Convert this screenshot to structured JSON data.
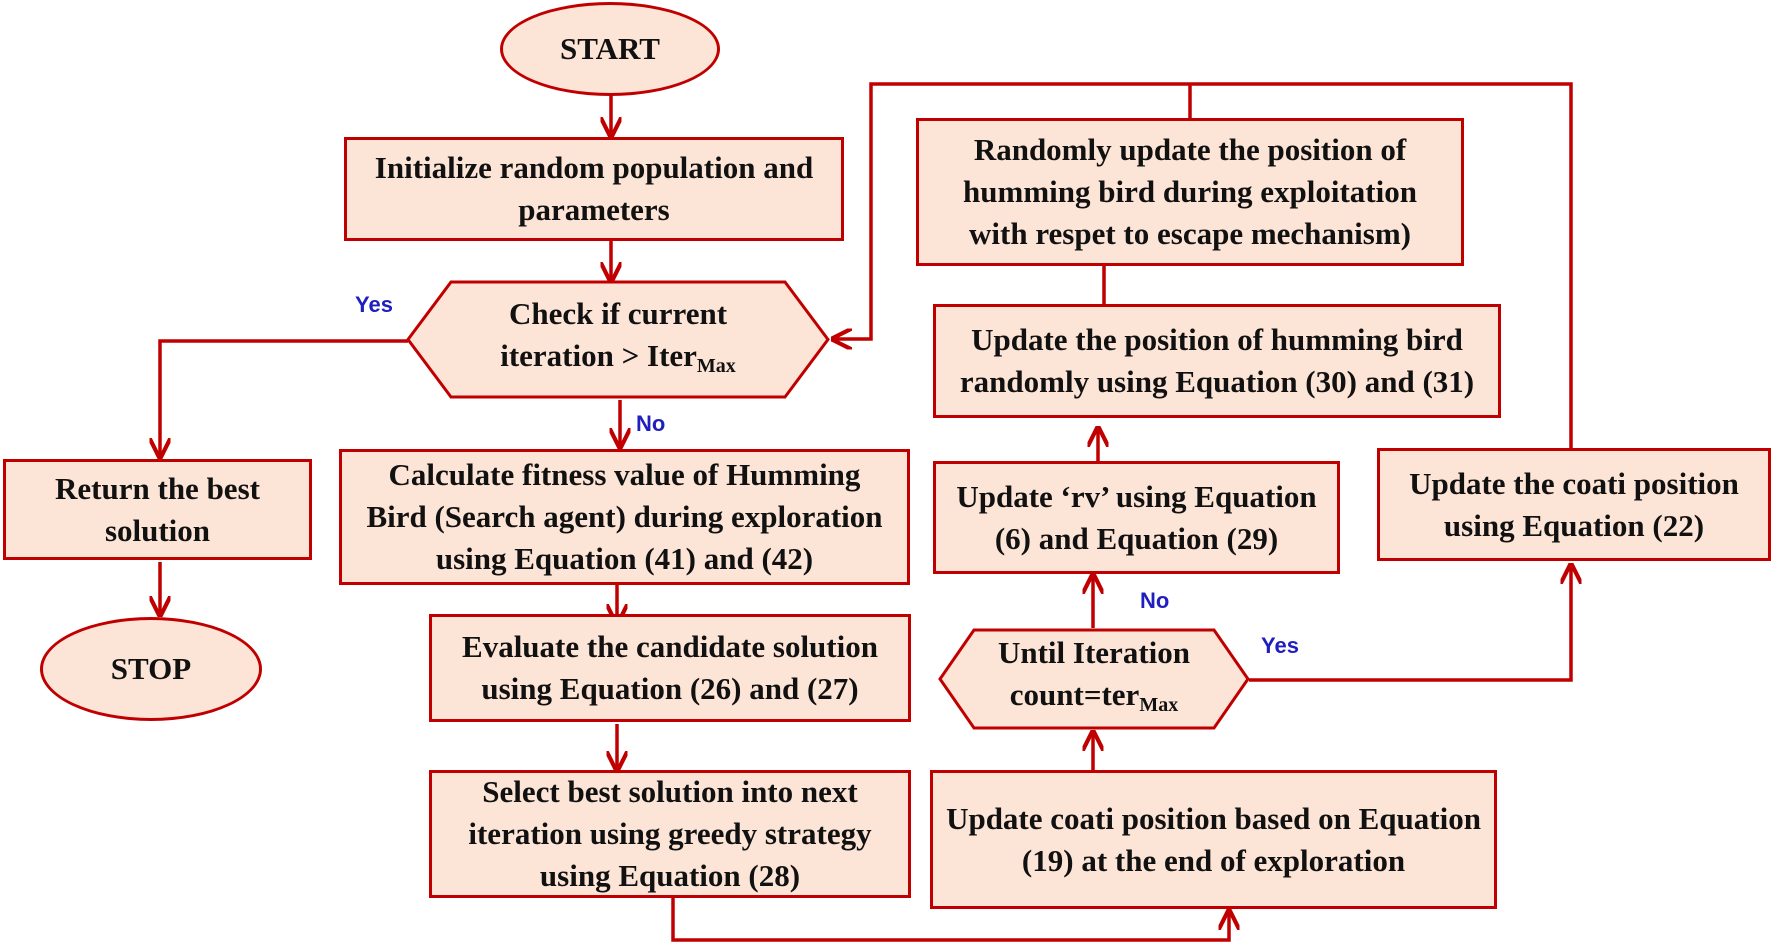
{
  "nodes": {
    "start": "START",
    "init_line1": "Initialize random population and",
    "init_line2": "parameters",
    "check_line1": "Check if current",
    "check_line2": "iteration > Iter",
    "check_sub": "Max",
    "fitness_line1": "Calculate fitness value of Humming",
    "fitness_line2": "Bird (Search agent)  during exploration",
    "fitness_line3": "using Equation (41) and (42)",
    "evaluate_line1": "Evaluate the candidate solution",
    "evaluate_line2": "using Equation (26) and (27)",
    "select_line1": "Select best solution into next",
    "select_line2": "iteration using greedy strategy",
    "select_line3": "using Equation (28)",
    "return_line1": "Return the best",
    "return_line2": "solution",
    "stop": "STOP",
    "coati_end_line1": "Update coati position based on Equation",
    "coati_end_line2": "(19) at the end of exploration",
    "until_line1": "Until Iteration",
    "until_line2": "count=ter",
    "until_sub": "Max",
    "rv_line1": "Update ‘rv’ using Equation",
    "rv_line2": "(6) and Equation (29)",
    "hb_update_line1": "Update the position of humming bird",
    "hb_update_line2": "randomly using Equation (30) and (31)",
    "hb_random_line1": "Randomly update the position of",
    "hb_random_line2": "humming bird during exploitation",
    "hb_random_line3": "with respet to escape mechanism)",
    "coati_update_line1": "Update the coati position",
    "coati_update_line2": "using Equation (22)"
  },
  "labels": {
    "yes_check": "Yes",
    "no_check": "No",
    "no_until": "No",
    "yes_until": "Yes"
  },
  "colors": {
    "box_fill": "#fce4d6",
    "border": "#c00000",
    "label": "#1f1fbf"
  }
}
